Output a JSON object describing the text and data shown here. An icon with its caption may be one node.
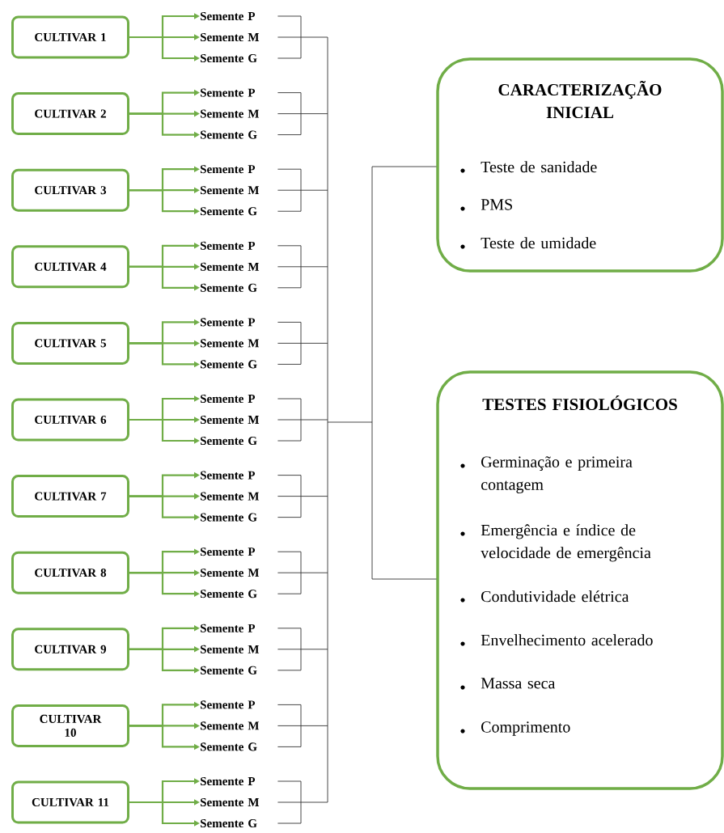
{
  "diagram": {
    "nodes": [
      {
        "text": [
          "CULTIVAR 1"
        ]
      },
      {
        "text": [
          "Semente P"
        ]
      },
      {
        "text": [
          "Semente M"
        ]
      },
      {
        "text": [
          "Semente G"
        ]
      },
      {
        "text": [
          "CULTIVAR 2"
        ]
      },
      {
        "text": [
          "Semente P"
        ]
      },
      {
        "text": [
          "Semente M"
        ]
      },
      {
        "text": [
          "Semente G"
        ]
      },
      {
        "text": [
          "CULTIVAR 3"
        ]
      },
      {
        "text": [
          "Semente P"
        ]
      },
      {
        "text": [
          "Semente M"
        ]
      },
      {
        "text": [
          "Semente G"
        ]
      },
      {
        "text": [
          "CULTIVAR 4"
        ]
      },
      {
        "text": [
          "Semente P"
        ]
      },
      {
        "text": [
          "Semente M"
        ]
      },
      {
        "text": [
          "Semente G"
        ]
      },
      {
        "text": [
          "CULTIVAR 5"
        ]
      },
      {
        "text": [
          "Semente P"
        ]
      },
      {
        "text": [
          "Semente M"
        ]
      },
      {
        "text": [
          "Semente G"
        ]
      },
      {
        "text": [
          "CULTIVAR 6"
        ]
      },
      {
        "text": [
          "Semente P"
        ]
      },
      {
        "text": [
          "Semente M"
        ]
      },
      {
        "text": [
          "Semente G"
        ]
      },
      {
        "text": [
          "CULTIVAR 7"
        ]
      },
      {
        "text": [
          "Semente P"
        ]
      },
      {
        "text": [
          "Semente M"
        ]
      },
      {
        "text": [
          "Semente G"
        ]
      },
      {
        "text": [
          "CULTIVAR 8"
        ]
      },
      {
        "text": [
          "Semente P"
        ]
      },
      {
        "text": [
          "Semente M"
        ]
      },
      {
        "text": [
          "Semente G"
        ]
      },
      {
        "text": [
          "CULTIVAR 9"
        ]
      },
      {
        "text": [
          "Semente P"
        ]
      },
      {
        "text": [
          "Semente M"
        ]
      },
      {
        "text": [
          "Semente G"
        ]
      },
      {
        "text": [
          "CULTIVAR 10"
        ]
      },
      {
        "text": [
          "Semente P"
        ]
      },
      {
        "text": [
          "Semente M"
        ]
      },
      {
        "text": [
          "Semente G"
        ]
      },
      {
        "text": [
          "CULTIVAR 11"
        ]
      },
      {
        "text": [
          "Semente P"
        ]
      },
      {
        "text": [
          "Semente M"
        ]
      },
      {
        "text": [
          "Semente G"
        ]
      },
      {
        "text": [
          "CARACTERIZAÇÃO INICIAL",
          "Teste de sanidade",
          "PMS",
          "Teste de umidade"
        ]
      },
      {
        "text": [
          "TESTES FISIOLÓGICOS",
          "Germinação e primeira contagem",
          "Emergência e índice de velocidade de emergência",
          "Condutividade elétrica",
          "Envelhecimento acelerado",
          "Massa seca",
          "Comprimento"
        ]
      }
    ],
    "edges": [
      {
        "from": 0,
        "to": 1,
        "arrow": "to",
        "color": "#70ad47"
      },
      {
        "from": 0,
        "to": 2,
        "arrow": "to",
        "color": "#70ad47"
      },
      {
        "from": 0,
        "to": 3,
        "arrow": "to",
        "color": "#70ad47"
      },
      {
        "from": 4,
        "to": 5,
        "arrow": "to",
        "color": "#70ad47"
      },
      {
        "from": 4,
        "to": 6,
        "arrow": "to",
        "color": "#70ad47"
      },
      {
        "from": 4,
        "to": 7,
        "arrow": "to",
        "color": "#70ad47"
      },
      {
        "from": 8,
        "to": 9,
        "arrow": "to",
        "color": "#70ad47"
      },
      {
        "from": 8,
        "to": 10,
        "arrow": "to",
        "color": "#70ad47"
      },
      {
        "from": 8,
        "to": 11,
        "arrow": "to",
        "color": "#70ad47"
      },
      {
        "from": 12,
        "to": 13,
        "arrow": "to",
        "color": "#70ad47"
      },
      {
        "from": 12,
        "to": 14,
        "arrow": "to",
        "color": "#70ad47"
      },
      {
        "from": 12,
        "to": 15,
        "arrow": "to",
        "color": "#70ad47"
      },
      {
        "from": 16,
        "to": 17,
        "arrow": "to",
        "color": "#70ad47"
      },
      {
        "from": 16,
        "to": 18,
        "arrow": "to",
        "color": "#70ad47"
      },
      {
        "from": 16,
        "to": 19,
        "arrow": "to",
        "color": "#70ad47"
      },
      {
        "from": 20,
        "to": 21,
        "arrow": "to",
        "color": "#70ad47"
      },
      {
        "from": 20,
        "to": 22,
        "arrow": "to",
        "color": "#70ad47"
      },
      {
        "from": 20,
        "to": 23,
        "arrow": "to",
        "color": "#70ad47"
      },
      {
        "from": 24,
        "to": 25,
        "arrow": "to",
        "color": "#70ad47"
      },
      {
        "from": 24,
        "to": 26,
        "arrow": "to",
        "color": "#70ad47"
      },
      {
        "from": 24,
        "to": 27,
        "arrow": "to",
        "color": "#70ad47"
      },
      {
        "from": 28,
        "to": 29,
        "arrow": "to",
        "color": "#70ad47"
      },
      {
        "from": 28,
        "to": 30,
        "arrow": "to",
        "color": "#70ad47"
      },
      {
        "from": 28,
        "to": 31,
        "arrow": "to",
        "color": "#70ad47"
      },
      {
        "from": 32,
        "to": 33,
        "arrow": "to",
        "color": "#70ad47"
      },
      {
        "from": 32,
        "to": 34,
        "arrow": "to",
        "color": "#70ad47"
      },
      {
        "from": 32,
        "to": 35,
        "arrow": "to",
        "color": "#70ad47"
      },
      {
        "from": 36,
        "to": 37,
        "arrow": "to",
        "color": "#70ad47"
      },
      {
        "from": 36,
        "to": 38,
        "arrow": "to",
        "color": "#70ad47"
      },
      {
        "from": 36,
        "to": 39,
        "arrow": "to",
        "color": "#70ad47"
      },
      {
        "from": 40,
        "to": 41,
        "arrow": "to",
        "color": "#70ad47"
      },
      {
        "from": 40,
        "to": 42,
        "arrow": "to",
        "color": "#70ad47"
      },
      {
        "from": 40,
        "to": 43,
        "arrow": "to",
        "color": "#70ad47"
      },
      {
        "from": 1,
        "to": 44,
        "arrow": "none"
      },
      {
        "from": 2,
        "to": 44,
        "arrow": "none"
      },
      {
        "from": 3,
        "to": 44,
        "arrow": "none"
      },
      {
        "from": 5,
        "to": 44,
        "arrow": "none"
      },
      {
        "from": 6,
        "to": 44,
        "arrow": "none"
      },
      {
        "from": 7,
        "to": 44,
        "arrow": "none"
      },
      {
        "from": 9,
        "to": 44,
        "arrow": "none"
      },
      {
        "from": 10,
        "to": 44,
        "arrow": "none"
      },
      {
        "from": 11,
        "to": 44,
        "arrow": "none"
      },
      {
        "from": 13,
        "to": 44,
        "arrow": "none"
      },
      {
        "from": 14,
        "to": 44,
        "arrow": "none"
      },
      {
        "from": 15,
        "to": 44,
        "arrow": "none"
      },
      {
        "from": 17,
        "to": 44,
        "arrow": "none"
      },
      {
        "from": 18,
        "to": 44,
        "arrow": "none"
      },
      {
        "from": 19,
        "to": 44,
        "arrow": "none"
      },
      {
        "from": 21,
        "to": 44,
        "arrow": "none"
      },
      {
        "from": 22,
        "to": 44,
        "arrow": "none"
      },
      {
        "from": 23,
        "to": 44,
        "arrow": "none"
      },
      {
        "from": 25,
        "to": 44,
        "arrow": "none"
      },
      {
        "from": 26,
        "to": 44,
        "arrow": "none"
      },
      {
        "from": 27,
        "to": 44,
        "arrow": "none"
      },
      {
        "from": 29,
        "to": 44,
        "arrow": "none"
      },
      {
        "from": 30,
        "to": 44,
        "arrow": "none"
      },
      {
        "from": 31,
        "to": 44,
        "arrow": "none"
      },
      {
        "from": 33,
        "to": 44,
        "arrow": "none"
      },
      {
        "from": 34,
        "to": 44,
        "arrow": "none"
      },
      {
        "from": 35,
        "to": 44,
        "arrow": "none"
      },
      {
        "from": 37,
        "to": 44,
        "arrow": "none"
      },
      {
        "from": 38,
        "to": 44,
        "arrow": "none"
      },
      {
        "from": 39,
        "to": 44,
        "arrow": "none"
      },
      {
        "from": 41,
        "to": 44,
        "arrow": "none"
      },
      {
        "from": 42,
        "to": 44,
        "arrow": "none"
      },
      {
        "from": 43,
        "to": 44,
        "arrow": "none"
      },
      {
        "from": 1,
        "to": 45,
        "arrow": "none"
      },
      {
        "from": 2,
        "to": 45,
        "arrow": "none"
      },
      {
        "from": 3,
        "to": 45,
        "arrow": "none"
      },
      {
        "from": 5,
        "to": 45,
        "arrow": "none"
      },
      {
        "from": 6,
        "to": 45,
        "arrow": "none"
      },
      {
        "from": 7,
        "to": 45,
        "arrow": "none"
      },
      {
        "from": 9,
        "to": 45,
        "arrow": "none"
      },
      {
        "from": 10,
        "to": 45,
        "arrow": "none"
      },
      {
        "from": 11,
        "to": 45,
        "arrow": "none"
      },
      {
        "from": 13,
        "to": 45,
        "arrow": "none"
      },
      {
        "from": 14,
        "to": 45,
        "arrow": "none"
      },
      {
        "from": 15,
        "to": 45,
        "arrow": "none"
      },
      {
        "from": 17,
        "to": 45,
        "arrow": "none"
      },
      {
        "from": 18,
        "to": 45,
        "arrow": "none"
      },
      {
        "from": 19,
        "to": 45,
        "arrow": "none"
      },
      {
        "from": 21,
        "to": 45,
        "arrow": "none"
      },
      {
        "from": 22,
        "to": 45,
        "arrow": "none"
      },
      {
        "from": 23,
        "to": 45,
        "arrow": "none"
      },
      {
        "from": 25,
        "to": 45,
        "arrow": "none"
      },
      {
        "from": 26,
        "to": 45,
        "arrow": "none"
      },
      {
        "from": 27,
        "to": 45,
        "arrow": "none"
      },
      {
        "from": 29,
        "to": 45,
        "arrow": "none"
      },
      {
        "from": 30,
        "to": 45,
        "arrow": "none"
      },
      {
        "from": 31,
        "to": 45,
        "arrow": "none"
      },
      {
        "from": 33,
        "to": 45,
        "arrow": "none"
      },
      {
        "from": 34,
        "to": 45,
        "arrow": "none"
      },
      {
        "from": 35,
        "to": 45,
        "arrow": "none"
      },
      {
        "from": 37,
        "to": 45,
        "arrow": "none"
      },
      {
        "from": 38,
        "to": 45,
        "arrow": "none"
      },
      {
        "from": 39,
        "to": 45,
        "arrow": "none"
      },
      {
        "from": 41,
        "to": 45,
        "arrow": "none"
      },
      {
        "from": 42,
        "to": 45,
        "arrow": "none"
      },
      {
        "from": 43,
        "to": 45,
        "arrow": "none"
      }
    ]
  }
}
